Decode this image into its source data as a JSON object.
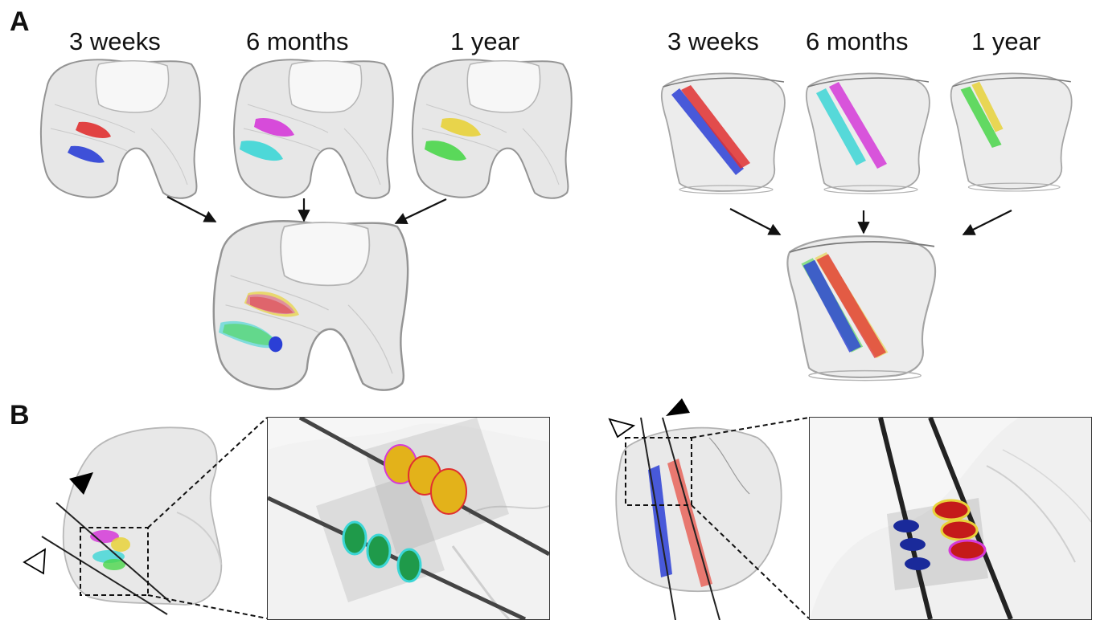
{
  "panels": {
    "a": "A",
    "b": "B"
  },
  "timepoints_femur": [
    "3 weeks",
    "6 months",
    "1 year"
  ],
  "timepoints_tibia": [
    "3 weeks",
    "6 months",
    "1 year"
  ],
  "colors": {
    "red": "#e03030",
    "blue": "#2b3fd6",
    "magenta": "#d53ad8",
    "cyan": "#3cd6d6",
    "yellow": "#e8d23a",
    "green": "#4ad64a",
    "bone_fill": "#e4e4e4",
    "bone_stroke": "#9a9a9a"
  },
  "icons": {
    "filled_arrowhead": "filled-triangle-marker",
    "open_arrowhead": "open-triangle-marker"
  }
}
